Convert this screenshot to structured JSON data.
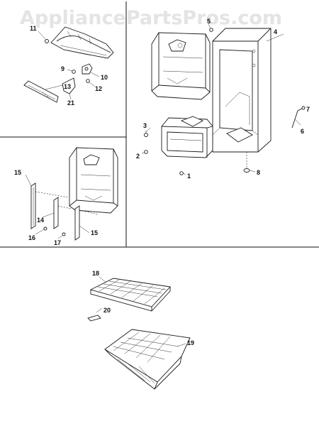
{
  "watermark": "AppliancePartsPros.com",
  "callouts": {
    "c1": "1",
    "c2": "2",
    "c3": "3",
    "c4": "4",
    "c5": "5",
    "c6": "6",
    "c7": "7",
    "c8": "8",
    "c9": "9",
    "c10": "10",
    "c11": "11",
    "c12": "12",
    "c13": "13",
    "c14": "14",
    "c15a": "15",
    "c15b": "15",
    "c16": "16",
    "c17": "17",
    "c18": "18",
    "c19": "19",
    "c20": "20",
    "c21": "21"
  },
  "colors": {
    "line": "#1a1a1a",
    "watermark": "#e4e4e4",
    "background": "#ffffff"
  }
}
